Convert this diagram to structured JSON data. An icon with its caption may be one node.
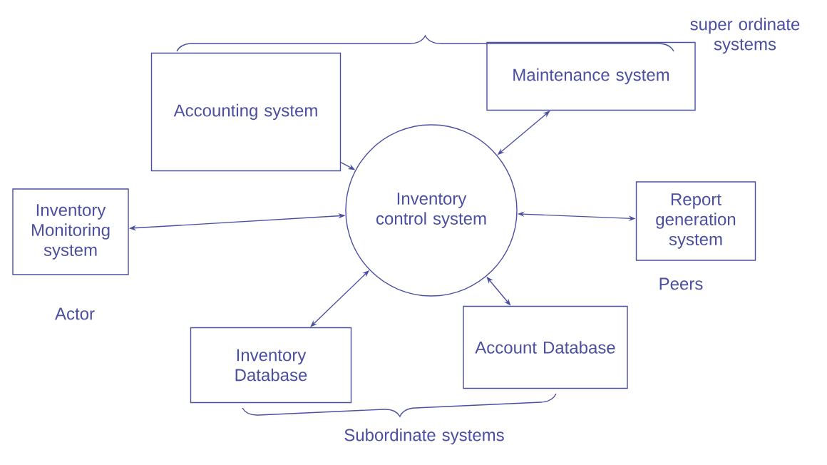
{
  "diagram": {
    "nodes": [
      {
        "text": [
          "Accounting system"
        ]
      },
      {
        "text": [
          "Maintenance system"
        ]
      },
      {
        "text": [
          "Inventory control system"
        ]
      },
      {
        "text": [
          "Inventory Monitoring system"
        ],
        "beside": [
          "Actor"
        ]
      },
      {
        "text": [
          "Report generation system"
        ],
        "beside": [
          "Peers"
        ]
      },
      {
        "text": [
          "Inventory Database"
        ]
      },
      {
        "text": [
          "Account Database"
        ]
      }
    ],
    "edges": [
      {
        "from": 0,
        "to": 2,
        "arrow": "to"
      },
      {
        "from": 1,
        "to": 2,
        "arrow": "both"
      },
      {
        "from": 3,
        "to": 2,
        "arrow": "both"
      },
      {
        "from": 2,
        "to": 4,
        "arrow": "both"
      },
      {
        "from": 5,
        "to": 2,
        "arrow": "both"
      },
      {
        "from": 6,
        "to": 2,
        "arrow": "both"
      }
    ],
    "labels": [
      "super ordinate systems",
      "Subordinate systems"
    ]
  }
}
